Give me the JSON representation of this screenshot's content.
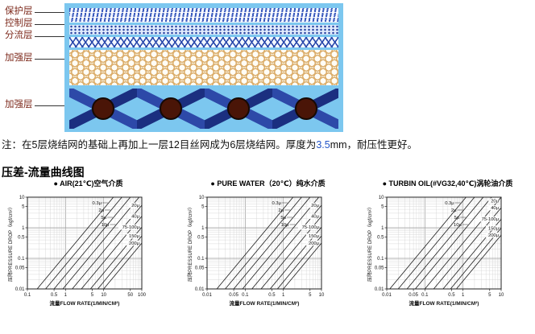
{
  "diagram": {
    "panel_color": "#7cc7ef",
    "label_color": "#7d2a1c",
    "layer_labels": [
      "保护层",
      "控制层",
      "分流层",
      "加强层",
      "加强层"
    ]
  },
  "note": {
    "prefix": "注：在5层烧结网的基础上再加上一层12目丝网成为6层烧结网。厚度为",
    "highlight": "3.5",
    "suffix": "mm，耐压性更好。",
    "highlight_color": "#2456c8"
  },
  "section_heading": "压差-流量曲线图",
  "chart_data": [
    {
      "type": "line",
      "title": "● AIR(21℃)空气介质",
      "xlabel": "流量FLOW RATE(1/MIN/CM²)",
      "ylabel": "压降PRESSURE DROP（kgf/cm²）",
      "x_scale": "log",
      "y_scale": "log",
      "grid": true,
      "xlim": [
        0.1,
        100
      ],
      "ylim": [
        0.01,
        10
      ],
      "x_ticks": [
        0.1,
        0.5,
        1,
        5,
        10,
        50,
        100
      ],
      "y_ticks": [
        10,
        5,
        1,
        0.5,
        0.1,
        0.05,
        0.01
      ],
      "series": [
        {
          "name": "0.3μ",
          "label_side": "top",
          "points": [
            [
              0.18,
              0.01
            ],
            [
              18,
              10
            ]
          ]
        },
        {
          "name": "2μ",
          "label_side": "top",
          "points": [
            [
              0.3,
              0.01
            ],
            [
              30,
              10
            ]
          ]
        },
        {
          "name": "5μ",
          "label_side": "top",
          "points": [
            [
              0.5,
              0.01
            ],
            [
              50,
              10
            ]
          ]
        },
        {
          "name": "10μ",
          "label_side": "top",
          "points": [
            [
              0.85,
              0.01
            ],
            [
              85,
              10
            ]
          ]
        },
        {
          "name": "20μ",
          "label_side": "right",
          "points": [
            [
              1.5,
              0.01
            ],
            [
              150,
              10
            ]
          ]
        },
        {
          "name": "40μ",
          "label_side": "right",
          "points": [
            [
              2.6,
              0.01
            ],
            [
              260,
              10
            ]
          ]
        },
        {
          "name": "75-100μ",
          "label_side": "right",
          "points": [
            [
              4.5,
              0.01
            ],
            [
              450,
              10
            ]
          ]
        },
        {
          "name": "150μ",
          "label_side": "right",
          "points": [
            [
              7,
              0.01
            ],
            [
              700,
              10
            ]
          ]
        },
        {
          "name": "200μ",
          "label_side": "right",
          "points": [
            [
              10,
              0.01
            ],
            [
              1000,
              10
            ]
          ]
        }
      ]
    },
    {
      "type": "line",
      "title": "● PURE WATER（20℃）纯水介质",
      "xlabel": "流量FLOW RATE(1/MIN/CM²)",
      "ylabel": "压降PRESSURE DROP（kgf/cm²）",
      "x_scale": "log",
      "y_scale": "log",
      "grid": true,
      "xlim": [
        0.01,
        10
      ],
      "ylim": [
        0.01,
        10
      ],
      "x_ticks": [
        0.01,
        0.05,
        0.1,
        0.5,
        1,
        5,
        10
      ],
      "y_ticks": [
        10,
        5,
        1,
        0.5,
        0.1,
        0.05,
        0.01
      ],
      "series": [
        {
          "name": "0.3μ",
          "label_side": "top",
          "points": [
            [
              0.018,
              0.01
            ],
            [
              1.8,
              10
            ]
          ]
        },
        {
          "name": "2μ",
          "label_side": "top",
          "points": [
            [
              0.03,
              0.01
            ],
            [
              3,
              10
            ]
          ]
        },
        {
          "name": "5μ",
          "label_side": "top",
          "points": [
            [
              0.05,
              0.01
            ],
            [
              5,
              10
            ]
          ]
        },
        {
          "name": "10μ",
          "label_side": "top",
          "points": [
            [
              0.085,
              0.01
            ],
            [
              8.5,
              10
            ]
          ]
        },
        {
          "name": "20μ",
          "label_side": "right",
          "points": [
            [
              0.15,
              0.01
            ],
            [
              15,
              10
            ]
          ]
        },
        {
          "name": "40μ",
          "label_side": "right",
          "points": [
            [
              0.26,
              0.01
            ],
            [
              26,
              10
            ]
          ]
        },
        {
          "name": "75-100μ",
          "label_side": "right",
          "points": [
            [
              0.45,
              0.01
            ],
            [
              45,
              10
            ]
          ]
        },
        {
          "name": "150μ",
          "label_side": "right",
          "points": [
            [
              0.7,
              0.01
            ],
            [
              70,
              10
            ]
          ]
        },
        {
          "name": "200μ",
          "label_side": "right",
          "points": [
            [
              1.0,
              0.01
            ],
            [
              100,
              10
            ]
          ]
        }
      ]
    },
    {
      "type": "line",
      "title": "● TURBIN OIL(#VG32,40℃)涡轮油介质",
      "xlabel": "流量FLOW RATE(1/MIN/CM²)",
      "ylabel": "压降PRESSURE DROP（kgf/cm²）",
      "x_scale": "log",
      "y_scale": "log",
      "grid": true,
      "xlim": [
        0.01,
        10
      ],
      "ylim": [
        0.01,
        10
      ],
      "x_ticks": [
        0.01,
        0.05,
        0.1,
        0.5,
        1,
        5,
        10
      ],
      "y_ticks": [
        10,
        5,
        1,
        0.5,
        0.1,
        0.05,
        0.01
      ],
      "series": [
        {
          "name": "0.3μ",
          "label_side": "top",
          "points": [
            [
              0.012,
              0.01
            ],
            [
              1.2,
              10
            ]
          ]
        },
        {
          "name": "2μ",
          "label_side": "top",
          "points": [
            [
              0.02,
              0.01
            ],
            [
              2,
              10
            ]
          ]
        },
        {
          "name": "5μ",
          "label_side": "top",
          "points": [
            [
              0.034,
              0.01
            ],
            [
              3.4,
              10
            ]
          ]
        },
        {
          "name": "10μ",
          "label_side": "top",
          "points": [
            [
              0.056,
              0.01
            ],
            [
              5.6,
              10
            ]
          ]
        },
        {
          "name": "20μ",
          "label_side": "right",
          "points": [
            [
              0.1,
              0.01
            ],
            [
              10,
              10
            ]
          ]
        },
        {
          "name": "40μ",
          "label_side": "right",
          "points": [
            [
              0.17,
              0.01
            ],
            [
              17,
              10
            ]
          ]
        },
        {
          "name": "75-100μ",
          "label_side": "right",
          "points": [
            [
              0.3,
              0.01
            ],
            [
              30,
              10
            ]
          ]
        },
        {
          "name": "150μ",
          "label_side": "right",
          "points": [
            [
              0.47,
              0.01
            ],
            [
              47,
              10
            ]
          ]
        },
        {
          "name": "200μ",
          "label_side": "right",
          "points": [
            [
              0.67,
              0.01
            ],
            [
              67,
              10
            ]
          ]
        }
      ]
    }
  ]
}
